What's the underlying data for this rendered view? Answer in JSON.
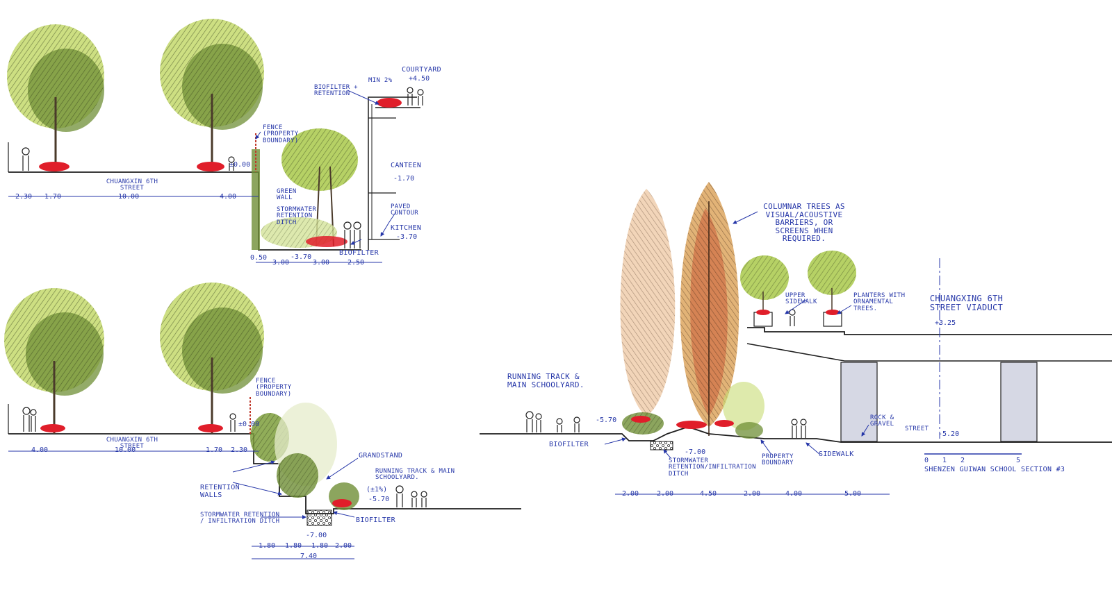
{
  "colors": {
    "ink": "#1e1e1e",
    "annotation": "#2536a8",
    "foliage_light": "#c8dc74",
    "foliage_dark": "#4f6b2a",
    "autumn_orange": "#e4a86a",
    "autumn_red": "#c64a2a",
    "flower_red": "#e01e2a",
    "viaduct_column": "#d6d8e4"
  },
  "icons": [
    "tree-icon",
    "columnar-tree-icon",
    "palm-tree-icon",
    "shrub-icon",
    "person-icon",
    "flower-bed-icon",
    "planter-icon",
    "fence-icon",
    "viaduct-icon",
    "north-axis-icon"
  ],
  "section_top": {
    "labels": {
      "street": "CHUANGXIN 6TH STREET",
      "fence": "FENCE (PROPERTY BOUNDARY)",
      "green_wall": "GREEN WALL",
      "stormwater": "STORMWATER RETENTION DITCH",
      "biofilter_top": "BIOFILTER + RETENTION",
      "courtyard": "COURTYARD",
      "courtyard_level": "+4.50",
      "min_slope": "MIN 2%",
      "canteen": "CANTEEN",
      "canteen_level": "-1.70",
      "paved_contour": "PAVED CONTOUR",
      "kitchen": "KITCHEN",
      "kitchen_level": "-3.70",
      "biofilter": "BIOFILTER",
      "street_level": "±0.00"
    },
    "dims_street": [
      "2.30",
      "1.70",
      "10.00",
      "4.00"
    ],
    "dims_ditch": [
      "0.50",
      "3.00",
      "3.00",
      "2.50"
    ],
    "ditch_level": "-3.70"
  },
  "section_bottom": {
    "labels": {
      "street": "CHUANGXIN 6TH STREET",
      "fence": "FENCE (PROPERTY BOUNDARY)",
      "grandstand": "GRANDSTAND",
      "retention_walls": "RETENTION WALLS",
      "running_track": "RUNNING TRACK & MAIN SCHOOLYARD.",
      "stormwater": "STORMWATER RETENTION / INFILTRATION DITCH",
      "biofilter": "BIOFILTER",
      "street_level": "±0.00",
      "slope": "(±1%)",
      "yard_level": "-5.70",
      "ditch_level": "-7.00"
    },
    "dims_street": [
      "4.00",
      "10.00",
      "1.70",
      "2.30"
    ],
    "dims_ditch": [
      "1.80",
      "1.80",
      "1.80",
      "2.00"
    ],
    "dims_total": "7.40"
  },
  "section_right": {
    "labels": {
      "columnar_trees": "COLUMNAR TREES AS VISUAL/ACOUSTIVE BARRIERS, OR SCREENS WHEN REQUIRED.",
      "upper_sidewalk": "UPPER SIDEWALK",
      "planters": "PLANTERS WITH ORNAMENTAL TREES.",
      "viaduct": "CHUANGXING 6TH STREET VIADUCT",
      "viaduct_level": "+3.25",
      "running_track": "RUNNING TRACK & MAIN SCHOOLYARD.",
      "yard_level": "-5.70",
      "biofilter": "BIOFILTER",
      "stormwater": "STORMWATER RETENTION/INFILTRATION DITCH",
      "ditch_level": "-7.00",
      "property_boundary": "PROPERTY BOUNDARY",
      "sidewalk": "SIDEWALK",
      "rock_gravel": "ROCK & GRAVEL",
      "street": "STREET",
      "street_level": "-5.20",
      "title": "SHENZEN GUIWAN SCHOOL SECTION #3"
    },
    "dims": [
      "2.00",
      "2.00",
      "4.50",
      "2.00",
      "4.00",
      "5.00"
    ],
    "scale_ticks": [
      "0",
      "1",
      "2",
      "5"
    ]
  }
}
